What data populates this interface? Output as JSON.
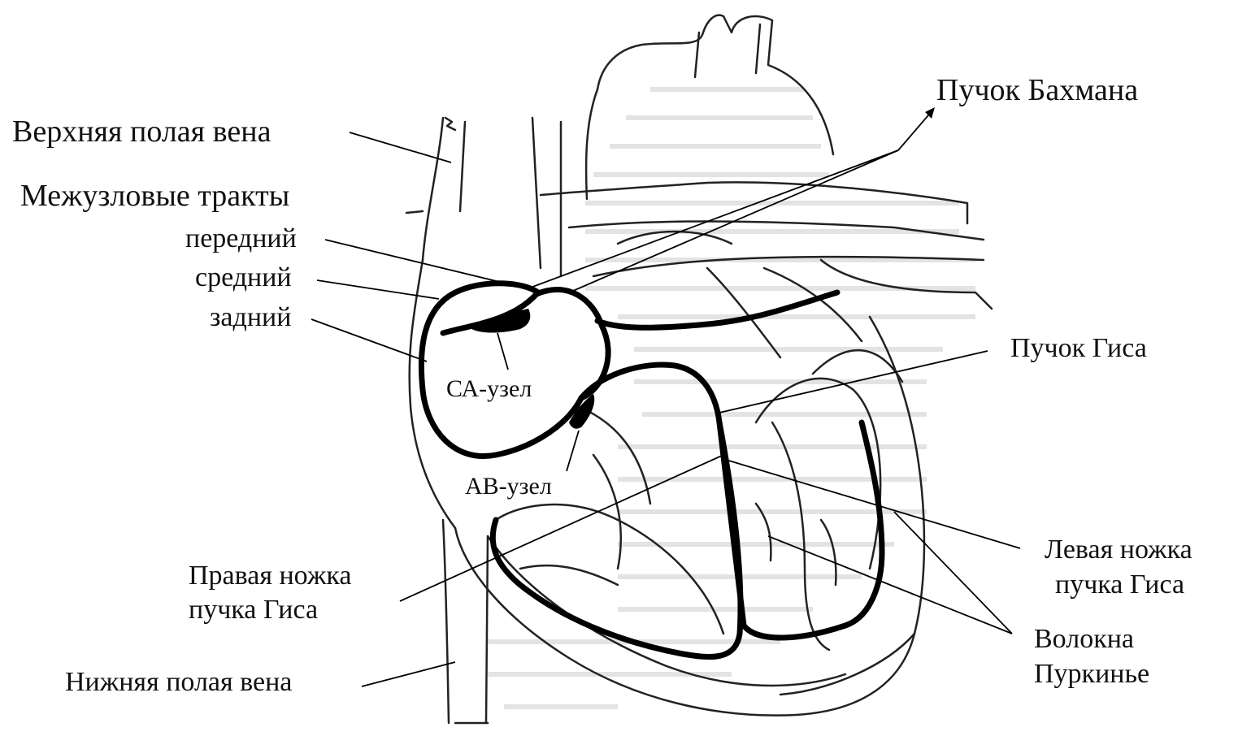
{
  "labels": {
    "bachmann": "Пучок Бахмана",
    "svc": "Верхняя полая вена",
    "internodal": "Межузловые тракты",
    "anterior": "передний",
    "middle": "средний",
    "posterior": "задний",
    "sa_node": "СА-узел",
    "av_node": "АВ-узел",
    "his_bundle": "Пучок Гиса",
    "right_bundle_1": "Правая ножка",
    "right_bundle_2": "пучка Гиса",
    "left_bundle_1": "Левая ножка",
    "left_bundle_2": "пучка Гиса",
    "purkinje_1": "Волокна",
    "purkinje_2": "Пуркинье",
    "ivc": "Нижняя полая вена"
  }
}
